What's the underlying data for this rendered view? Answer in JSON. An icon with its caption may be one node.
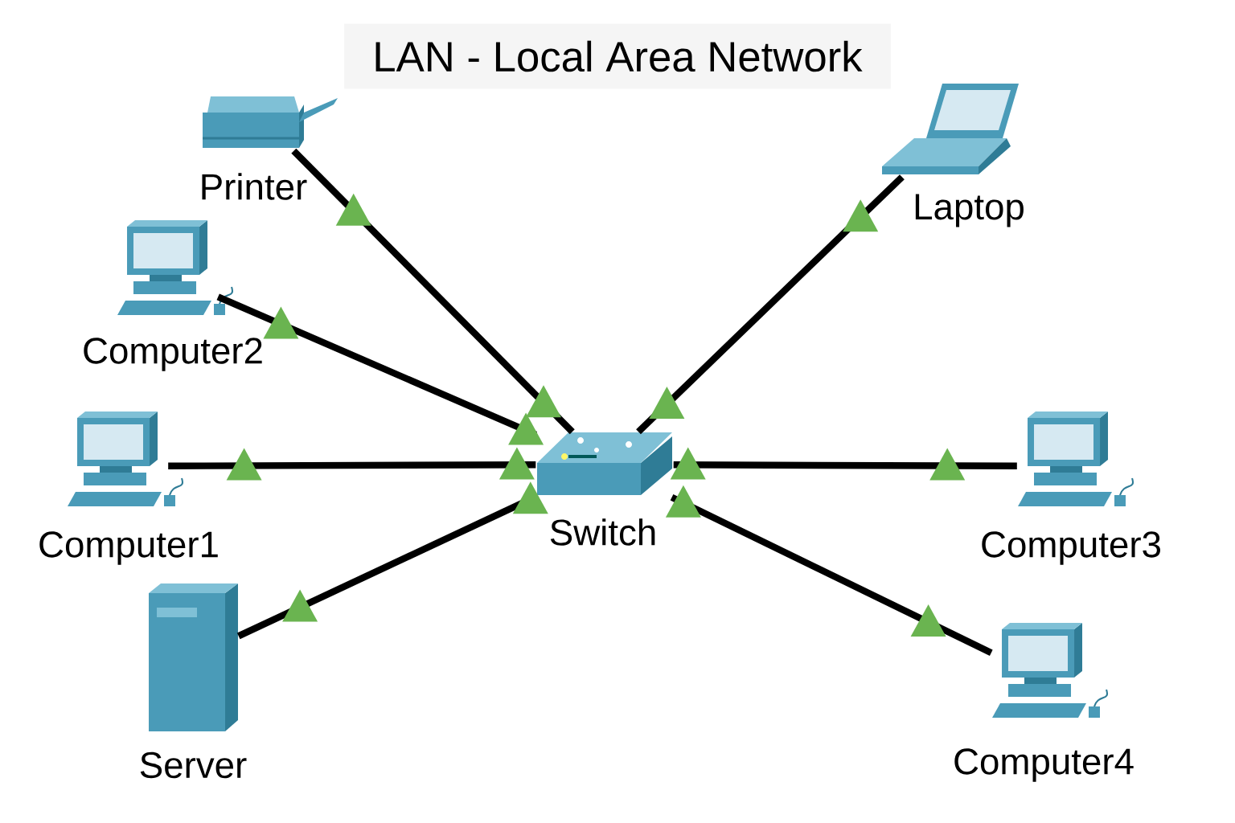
{
  "diagram": {
    "title": "LAN - Local Area Network",
    "nodes": [
      {
        "text": [
          "Printer"
        ]
      },
      {
        "text": [
          "Laptop"
        ]
      },
      {
        "text": [
          "Computer2"
        ]
      },
      {
        "text": [
          "Computer1"
        ]
      },
      {
        "text": [
          "Switch"
        ]
      },
      {
        "text": [
          "Computer3"
        ]
      },
      {
        "text": [
          "Server"
        ]
      },
      {
        "text": [
          "Computer4"
        ]
      }
    ],
    "edges": [
      {
        "from": 0,
        "to": 4,
        "arrow": "none"
      },
      {
        "from": 1,
        "to": 4,
        "arrow": "none"
      },
      {
        "from": 2,
        "to": 4,
        "arrow": "none"
      },
      {
        "from": 3,
        "to": 4,
        "arrow": "none"
      },
      {
        "from": 5,
        "to": 4,
        "arrow": "none"
      },
      {
        "from": 6,
        "to": 4,
        "arrow": "none"
      },
      {
        "from": 7,
        "to": 4,
        "arrow": "none"
      }
    ]
  }
}
